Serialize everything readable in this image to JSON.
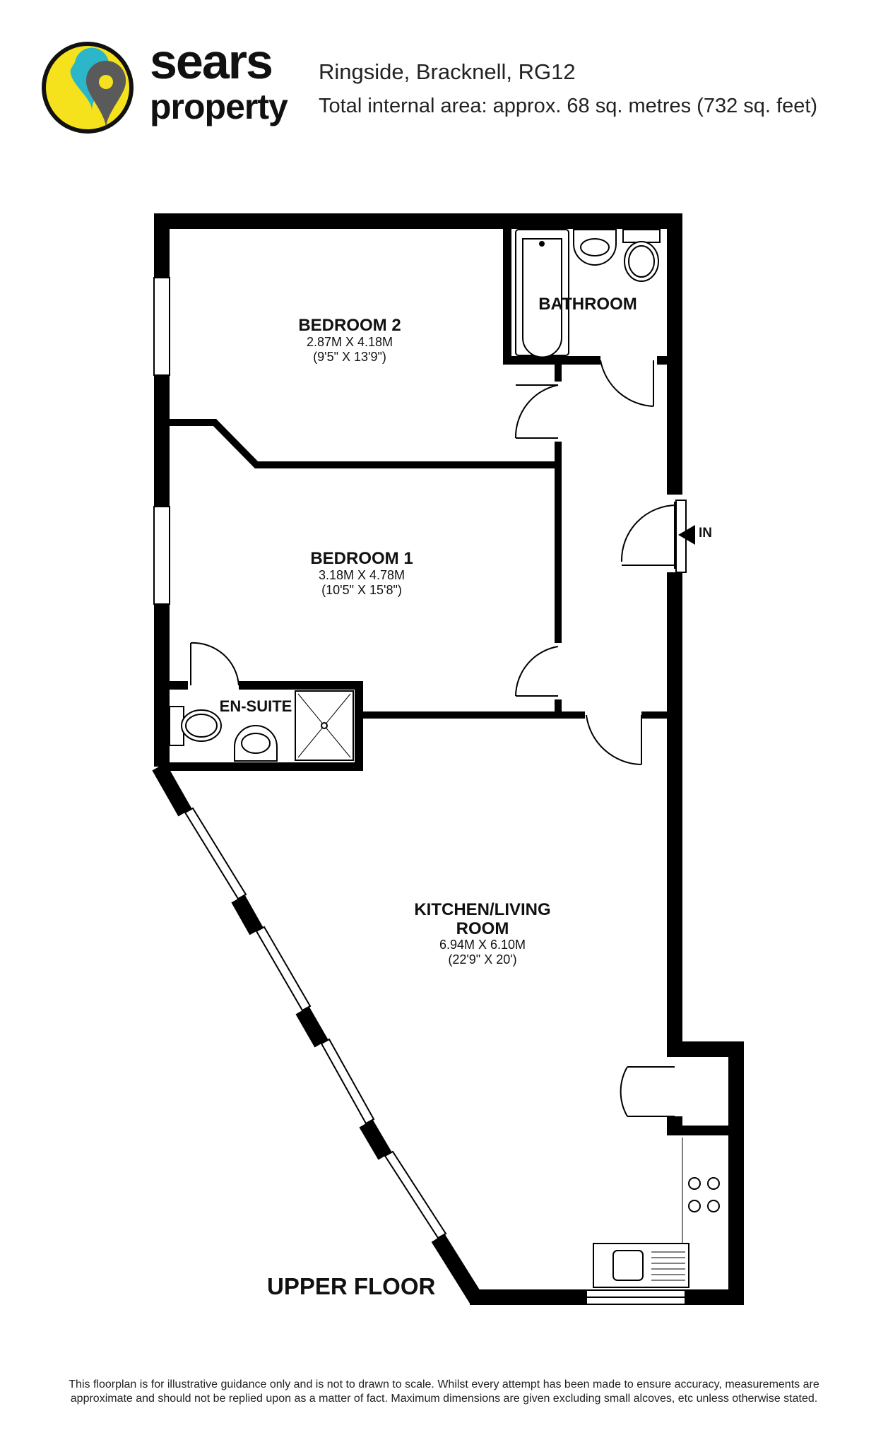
{
  "brand": {
    "name": "sears",
    "sub": "property",
    "colors": {
      "pin_yellow": "#F6E21C",
      "pin_teal": "#2BB7C9",
      "pin_grey": "#5A5A5A"
    }
  },
  "header": {
    "address": "Ringside, Bracknell, RG12",
    "area": "Total internal area: approx. 68 sq. metres (732 sq. feet)"
  },
  "rooms": {
    "bedroom2": {
      "name": "BEDROOM 2",
      "metric": "2.87M X 4.18M",
      "imperial": "(9'5\" X 13'9\")"
    },
    "bathroom": {
      "name": "BATHROOM"
    },
    "bedroom1": {
      "name": "BEDROOM 1",
      "metric": "3.18M X 4.78M",
      "imperial": "(10'5\" X 15'8\")"
    },
    "ensuite": {
      "name": "EN-SUITE"
    },
    "kitchen": {
      "name_line1": "KITCHEN/LIVING",
      "name_line2": "ROOM",
      "metric": "6.94M X 6.10M",
      "imperial": "(22'9\" X 20')"
    }
  },
  "entrance_label": "IN",
  "floor_label": "UPPER FLOOR",
  "disclaimer": {
    "line1": "This floorplan is for illustrative guidance only and is not to drawn to scale. Whilst every attempt has been made to ensure accuracy, measurements are",
    "line2": "approximate and should not be replied upon as a matter of fact. Maximum dimensions are given excluding small alcoves, etc unless otherwise stated."
  }
}
